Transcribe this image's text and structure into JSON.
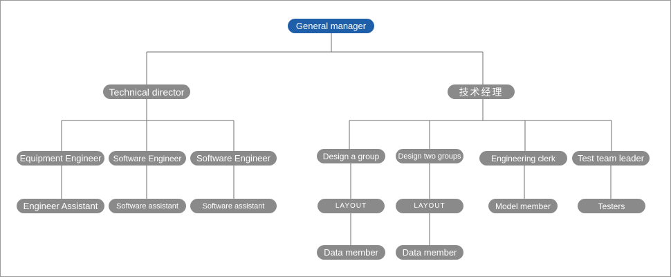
{
  "colors": {
    "node_fill": "#8a8a8a",
    "root_fill": "#1f5faa",
    "line": "#6e6e6e",
    "text": "#ffffff"
  },
  "nodes": {
    "general_manager": "General manager",
    "technical_director": "Technical director",
    "technical_manager": "技术经理",
    "equipment_engineer": "Equipment Engineer",
    "software_engineer_1": "Software Engineer",
    "software_engineer_2": "Software Engineer",
    "engineer_assistant": "Engineer Assistant",
    "software_assistant_1": "Software assistant",
    "software_assistant_2": "Software assistant",
    "design_a_group": "Design a group",
    "design_two_groups": "Design two groups",
    "engineering_clerk": "Engineering clerk",
    "test_team_leader": "Test team leader",
    "layout_1": "LAYOUT",
    "layout_2": "LAYOUT",
    "model_member": "Model member",
    "testers": "Testers",
    "data_member_1": "Data member",
    "data_member_2": "Data member"
  }
}
